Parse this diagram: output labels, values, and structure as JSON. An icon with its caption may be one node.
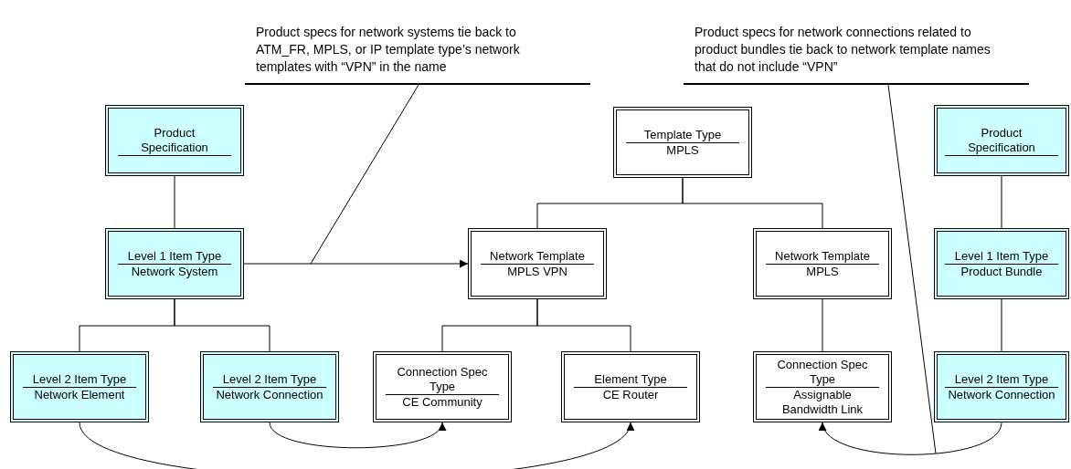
{
  "diagram": {
    "nodes": [
      {
        "text": [
          "Product specs for network systems tie back to ATM_FR, MPLS, or IP template type’s network templates with “VPN” in the name"
        ]
      },
      {
        "text": [
          "Product specs for network connections related to product bundles tie back to network template names that do not include “VPN”"
        ]
      },
      {
        "text": [
          "Product Specification"
        ]
      },
      {
        "text": [
          "Level 1 Item Type",
          "Network System"
        ]
      },
      {
        "text": [
          "Level 2 Item Type",
          "Network Element"
        ]
      },
      {
        "text": [
          "Level 2 Item Type",
          "Network Connection"
        ]
      },
      {
        "text": [
          "Template Type",
          "MPLS"
        ]
      },
      {
        "text": [
          "Network Template",
          "MPLS VPN"
        ]
      },
      {
        "text": [
          "Network Template",
          "MPLS"
        ]
      },
      {
        "text": [
          "Connection Spec Type",
          "CE Community"
        ]
      },
      {
        "text": [
          "Element Type",
          "CE  Router"
        ]
      },
      {
        "text": [
          "Connection Spec Type",
          "Assignable Bandwidth Link"
        ]
      },
      {
        "text": [
          "Product Specification"
        ]
      },
      {
        "text": [
          "Level 1 Item Type",
          "Product Bundle"
        ]
      },
      {
        "text": [
          "Level 2 Item Type",
          "Network Connection"
        ]
      }
    ],
    "edges": [
      {
        "from": 2,
        "to": 3,
        "arrow": "none"
      },
      {
        "from": 3,
        "to": 4,
        "arrow": "none"
      },
      {
        "from": 3,
        "to": 5,
        "arrow": "none"
      },
      {
        "from": 3,
        "to": 7,
        "arrow": "to"
      },
      {
        "from": 6,
        "to": 7,
        "arrow": "none"
      },
      {
        "from": 6,
        "to": 8,
        "arrow": "none"
      },
      {
        "from": 7,
        "to": 9,
        "arrow": "none"
      },
      {
        "from": 7,
        "to": 10,
        "arrow": "none"
      },
      {
        "from": 8,
        "to": 11,
        "arrow": "none"
      },
      {
        "from": 12,
        "to": 13,
        "arrow": "none"
      },
      {
        "from": 13,
        "to": 14,
        "arrow": "none"
      },
      {
        "from": 5,
        "to": 9,
        "arrow": "to"
      },
      {
        "from": 4,
        "to": 10,
        "arrow": "to"
      },
      {
        "from": 14,
        "to": 11,
        "arrow": "to"
      },
      {
        "from": 0,
        "to": null,
        "arrow": "none"
      },
      {
        "from": 1,
        "to": null,
        "arrow": "none"
      }
    ]
  }
}
